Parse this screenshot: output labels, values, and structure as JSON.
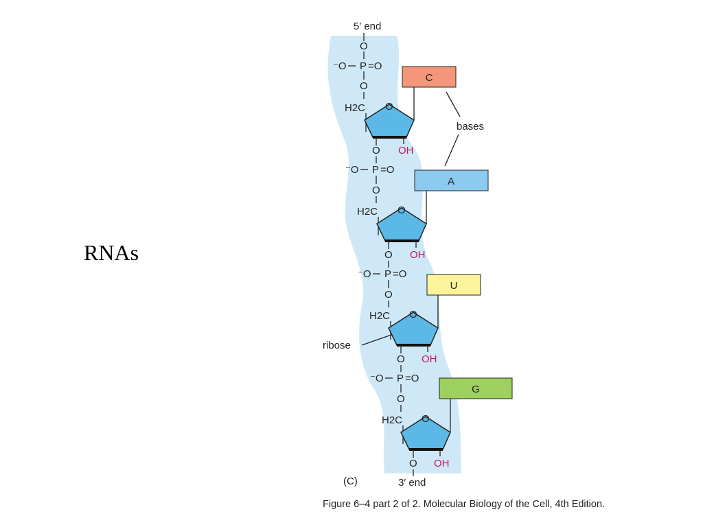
{
  "slide": {
    "title": "RNAs"
  },
  "figure": {
    "top_label": "5′ end",
    "bottom_label": "3′ end",
    "panel_label": "(C)",
    "bases_label": "bases",
    "ribose_label": "ribose",
    "caption": "Figure 6–4 part 2 of 2. Molecular Biology of the Cell, 4th Edition.",
    "atoms": {
      "O": "O",
      "P": "P",
      "minus_O": "⁻O",
      "eq_O": "=O",
      "H2C": "H2C",
      "OH": "OH"
    },
    "bases": [
      {
        "letter": "C",
        "color": "#f4967a"
      },
      {
        "letter": "A",
        "color": "#8ccaf0"
      },
      {
        "letter": "U",
        "color": "#fbf49c"
      },
      {
        "letter": "G",
        "color": "#9ed060"
      }
    ],
    "colors": {
      "backbone": "#cfe8f7",
      "sugar": "#5cb8e6",
      "hydroxyl": "#c2185b"
    }
  }
}
